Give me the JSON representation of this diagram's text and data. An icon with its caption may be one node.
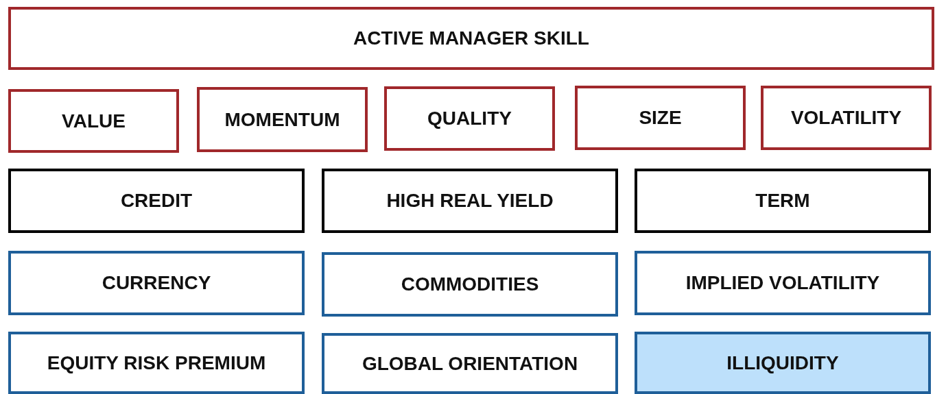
{
  "diagram": {
    "nodes": [
      {
        "text": [
          "ACTIVE MANAGER SKILL"
        ]
      },
      {
        "text": [
          "VALUE"
        ]
      },
      {
        "text": [
          "MOMENTUM"
        ]
      },
      {
        "text": [
          "QUALITY"
        ]
      },
      {
        "text": [
          "SIZE"
        ]
      },
      {
        "text": [
          "VOLATILITY"
        ]
      },
      {
        "text": [
          "CREDIT"
        ]
      },
      {
        "text": [
          "HIGH REAL YIELD"
        ]
      },
      {
        "text": [
          "TERM"
        ]
      },
      {
        "text": [
          "CURRENCY"
        ]
      },
      {
        "text": [
          "COMMODITIES"
        ]
      },
      {
        "text": [
          "IMPLIED VOLATILITY"
        ]
      },
      {
        "text": [
          "EQUITY RISK PREMIUM"
        ]
      },
      {
        "text": [
          "GLOBAL ORIENTATION"
        ]
      },
      {
        "text": [
          "ILLIQUIDITY"
        ]
      }
    ]
  }
}
